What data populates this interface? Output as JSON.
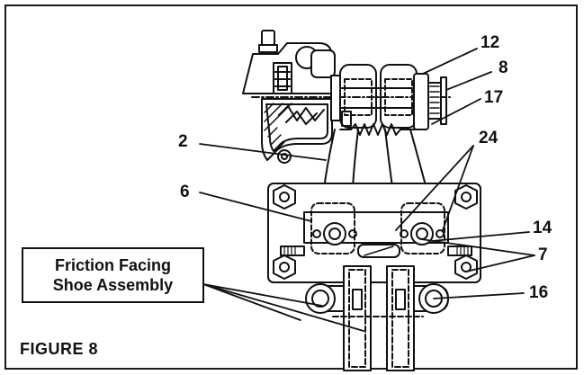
{
  "figure": {
    "title": "FIGURE  8",
    "caption_box": {
      "line1": "Friction Facing",
      "line2": "Shoe Assembly"
    },
    "callouts": {
      "c2": "2",
      "c6": "6",
      "c7": "7",
      "c8": "8",
      "c12": "12",
      "c14": "14",
      "c16": "16",
      "c17": "17",
      "c24": "24"
    }
  }
}
